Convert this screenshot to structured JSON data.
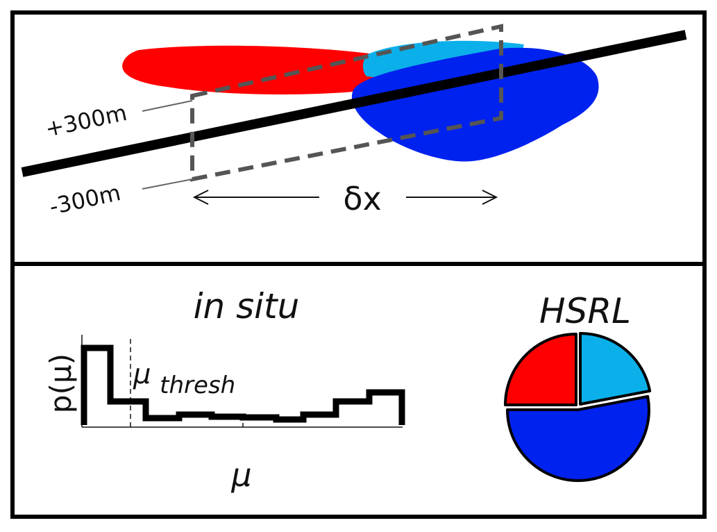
{
  "top_panel": {
    "upper_label": "+300m",
    "lower_label": "-300m",
    "width_label": "δx"
  },
  "bottom_panel": {
    "left_title": "in situ",
    "right_title": "HSRL",
    "histogram": {
      "ylabel": "p(μ)",
      "xlabel": "μ",
      "threshold_symbol": "μ",
      "threshold_subscript": "thresh"
    }
  },
  "colors": {
    "red_region": "#ff0000",
    "light_blue_region": "#0bb0ea",
    "blue_region": "#0022ee",
    "frame": "#000000",
    "dashed_box": "#555555"
  },
  "chart_data": {
    "type": "pie",
    "title": "HSRL",
    "slices": [
      {
        "color": "#0bb0ea",
        "value": 22
      },
      {
        "color": "#0022ee",
        "value": 53
      },
      {
        "color": "#ff0000",
        "value": 25
      }
    ]
  }
}
